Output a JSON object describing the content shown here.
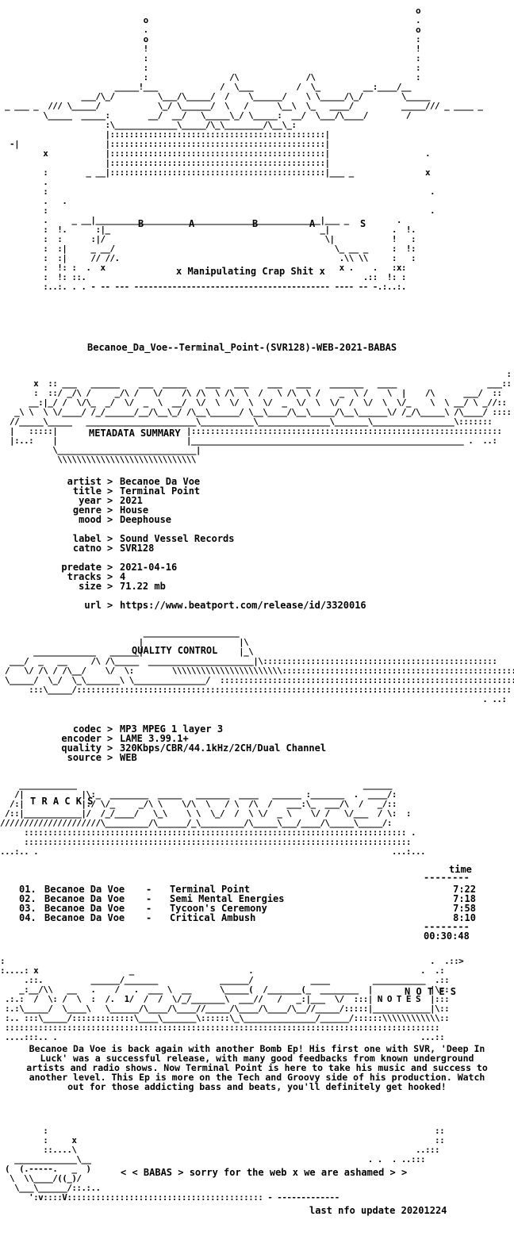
{
  "header": {
    "logo_letters": [
      "B",
      "A",
      "B",
      "A",
      "S"
    ],
    "tagline": "x Manipulating Crap Shit x"
  },
  "release_name": "Becanoe_Da_Voe--Terminal_Point-(SVR128)-WEB-2021-BABAS",
  "metadata": {
    "heading": "METADATA SUMMARY",
    "group1": [
      {
        "key": "artist",
        "value": "Becanoe Da Voe"
      },
      {
        "key": "title",
        "value": "Terminal Point"
      },
      {
        "key": "year",
        "value": "2021"
      },
      {
        "key": "genre",
        "value": "House"
      },
      {
        "key": "mood",
        "value": "Deephouse"
      }
    ],
    "group2": [
      {
        "key": "label",
        "value": "Sound Vessel Records"
      },
      {
        "key": "catno",
        "value": "SVR128"
      }
    ],
    "group3": [
      {
        "key": "predate",
        "value": "2021-04-16"
      },
      {
        "key": "tracks",
        "value": "4"
      },
      {
        "key": "size",
        "value": "71.22 mb"
      }
    ],
    "group4": [
      {
        "key": "url",
        "value": "https://www.beatport.com/release/id/3320016"
      }
    ]
  },
  "quality": {
    "heading": "QUALITY CONTROL",
    "rows": [
      {
        "key": "codec",
        "value": "MP3 MPEG 1 layer 3"
      },
      {
        "key": "encoder",
        "value": "LAME 3.99.1+"
      },
      {
        "key": "quality",
        "value": "320Kbps/CBR/44.1kHz/2CH/Dual Channel"
      },
      {
        "key": "source",
        "value": "WEB"
      }
    ]
  },
  "tracks": {
    "heading": "T R A C K S",
    "time_header": "time",
    "items": [
      {
        "num": "01.",
        "artist": "Becanoe Da Voe",
        "title": "Terminal Point",
        "time": "7:22"
      },
      {
        "num": "02.",
        "artist": "Becanoe Da Voe",
        "title": "Semi Mental Energies",
        "time": "7:18"
      },
      {
        "num": "03.",
        "artist": "Becanoe Da Voe",
        "title": "Tycoon's Ceremony",
        "time": "7:58"
      },
      {
        "num": "04.",
        "artist": "Becanoe Da Voe",
        "title": "Critical Ambush",
        "time": "8:10"
      }
    ],
    "total": "00:30:48"
  },
  "notes": {
    "heading": "N O T E S",
    "text": "Becanoe Da Voe is back again with another Bomb Ep! His first one with SVR, 'Deep In Luck' was a successful release, with many good feedbacks from known underground artists and radio shows. Now Terminal Point is here to take his music and success to another level. This Ep is more on the Tech and Groovy side of his production. Watch out for those addicting bass and beats, you'll definitely get hooked!"
  },
  "footer": {
    "message": "< < BABAS > sorry for the web x we are ashamed > >",
    "last_update": "last nfo update 20201224"
  }
}
